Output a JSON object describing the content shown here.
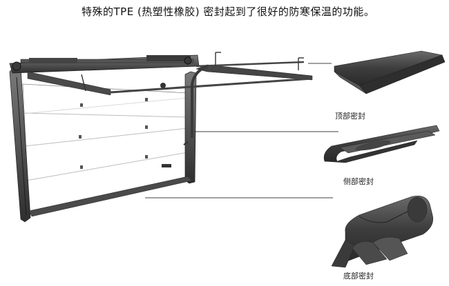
{
  "caption": "特殊的TPE (热塑性橡胶) 密封起到了很好的防寒保温的功能。",
  "labels": {
    "top_seal": "顶部密封",
    "side_seal": "侧部密封",
    "bottom_seal": "底部密封"
  },
  "colors": {
    "frame": "#3a3a3a",
    "rubber": "#3f3f3f",
    "panel": "#ffffff",
    "leader_line": "#000000"
  }
}
